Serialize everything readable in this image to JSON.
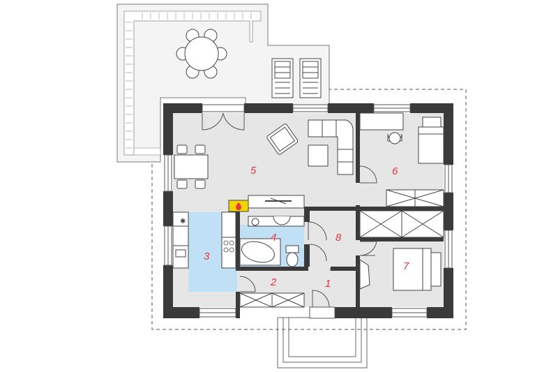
{
  "colors": {
    "wall": "#3a3a3a",
    "floor": "#e6e6e6",
    "wet_room": "#bfe0f5",
    "terrace": "#f2f2f2",
    "outline": "#555555",
    "label": "#e8343c",
    "fireplace": "#f5d300",
    "flame": "#e8343c"
  },
  "rooms": [
    {
      "id": "room-1",
      "number": "1"
    },
    {
      "id": "room-2",
      "number": "2"
    },
    {
      "id": "room-3",
      "number": "3"
    },
    {
      "id": "room-4",
      "number": "4"
    },
    {
      "id": "room-5",
      "number": "5"
    },
    {
      "id": "room-6",
      "number": "6"
    },
    {
      "id": "room-7",
      "number": "7"
    },
    {
      "id": "room-8",
      "number": "8"
    }
  ],
  "icons": [
    "fireplace-icon",
    "table-icon",
    "chair-icon",
    "sofa-icon",
    "bathtub-icon",
    "toilet-icon",
    "sink-icon",
    "stove-icon",
    "bed-icon",
    "desk-icon",
    "wardrobe-icon",
    "door-icon",
    "window-icon",
    "sunlounger-icon"
  ]
}
